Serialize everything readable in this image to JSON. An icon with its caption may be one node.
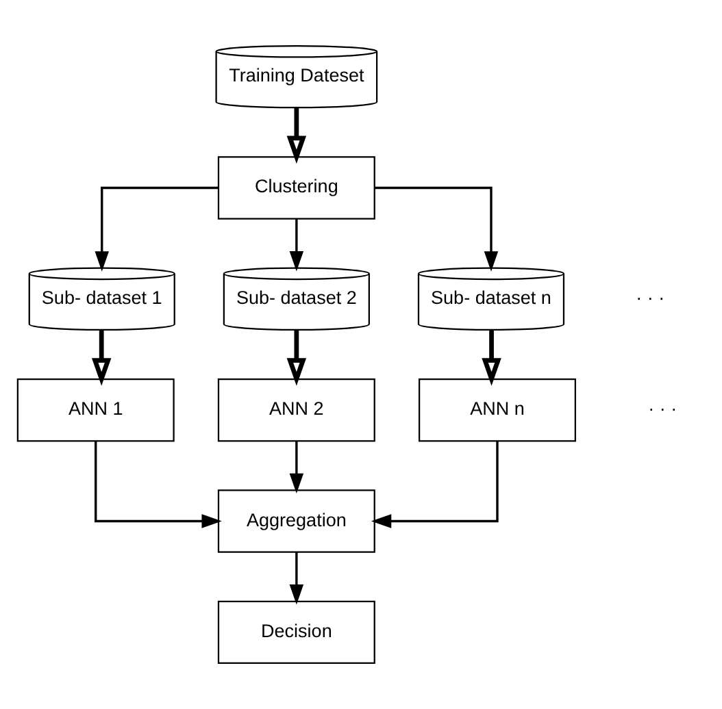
{
  "diagram": {
    "nodes": [
      {
        "text": [
          "Training Dateset"
        ]
      },
      {
        "text": [
          "Clustering"
        ]
      },
      {
        "text": [
          "Sub- dataset 1"
        ]
      },
      {
        "text": [
          "Sub- dataset 2"
        ]
      },
      {
        "text": [
          "Sub- dataset n"
        ]
      },
      {
        "text": [
          "ANN 1"
        ]
      },
      {
        "text": [
          "ANN 2"
        ]
      },
      {
        "text": [
          "ANN n"
        ]
      },
      {
        "text": [
          "Aggregation"
        ]
      },
      {
        "text": [
          "Decision"
        ]
      }
    ],
    "edges": [
      {
        "from": 0,
        "to": 1,
        "arrow": "to",
        "style": "thick"
      },
      {
        "from": 1,
        "to": 2,
        "arrow": "to"
      },
      {
        "from": 1,
        "to": 3,
        "arrow": "to"
      },
      {
        "from": 1,
        "to": 4,
        "arrow": "to"
      },
      {
        "from": 2,
        "to": 5,
        "arrow": "to",
        "style": "thick"
      },
      {
        "from": 3,
        "to": 6,
        "arrow": "to",
        "style": "thick"
      },
      {
        "from": 4,
        "to": 7,
        "arrow": "to",
        "style": "thick"
      },
      {
        "from": 5,
        "to": 8,
        "arrow": "to"
      },
      {
        "from": 6,
        "to": 8,
        "arrow": "to"
      },
      {
        "from": 7,
        "to": 8,
        "arrow": "to"
      },
      {
        "from": 8,
        "to": 9,
        "arrow": "to"
      }
    ],
    "labels": [
      "· · ·",
      "· · ·"
    ]
  }
}
